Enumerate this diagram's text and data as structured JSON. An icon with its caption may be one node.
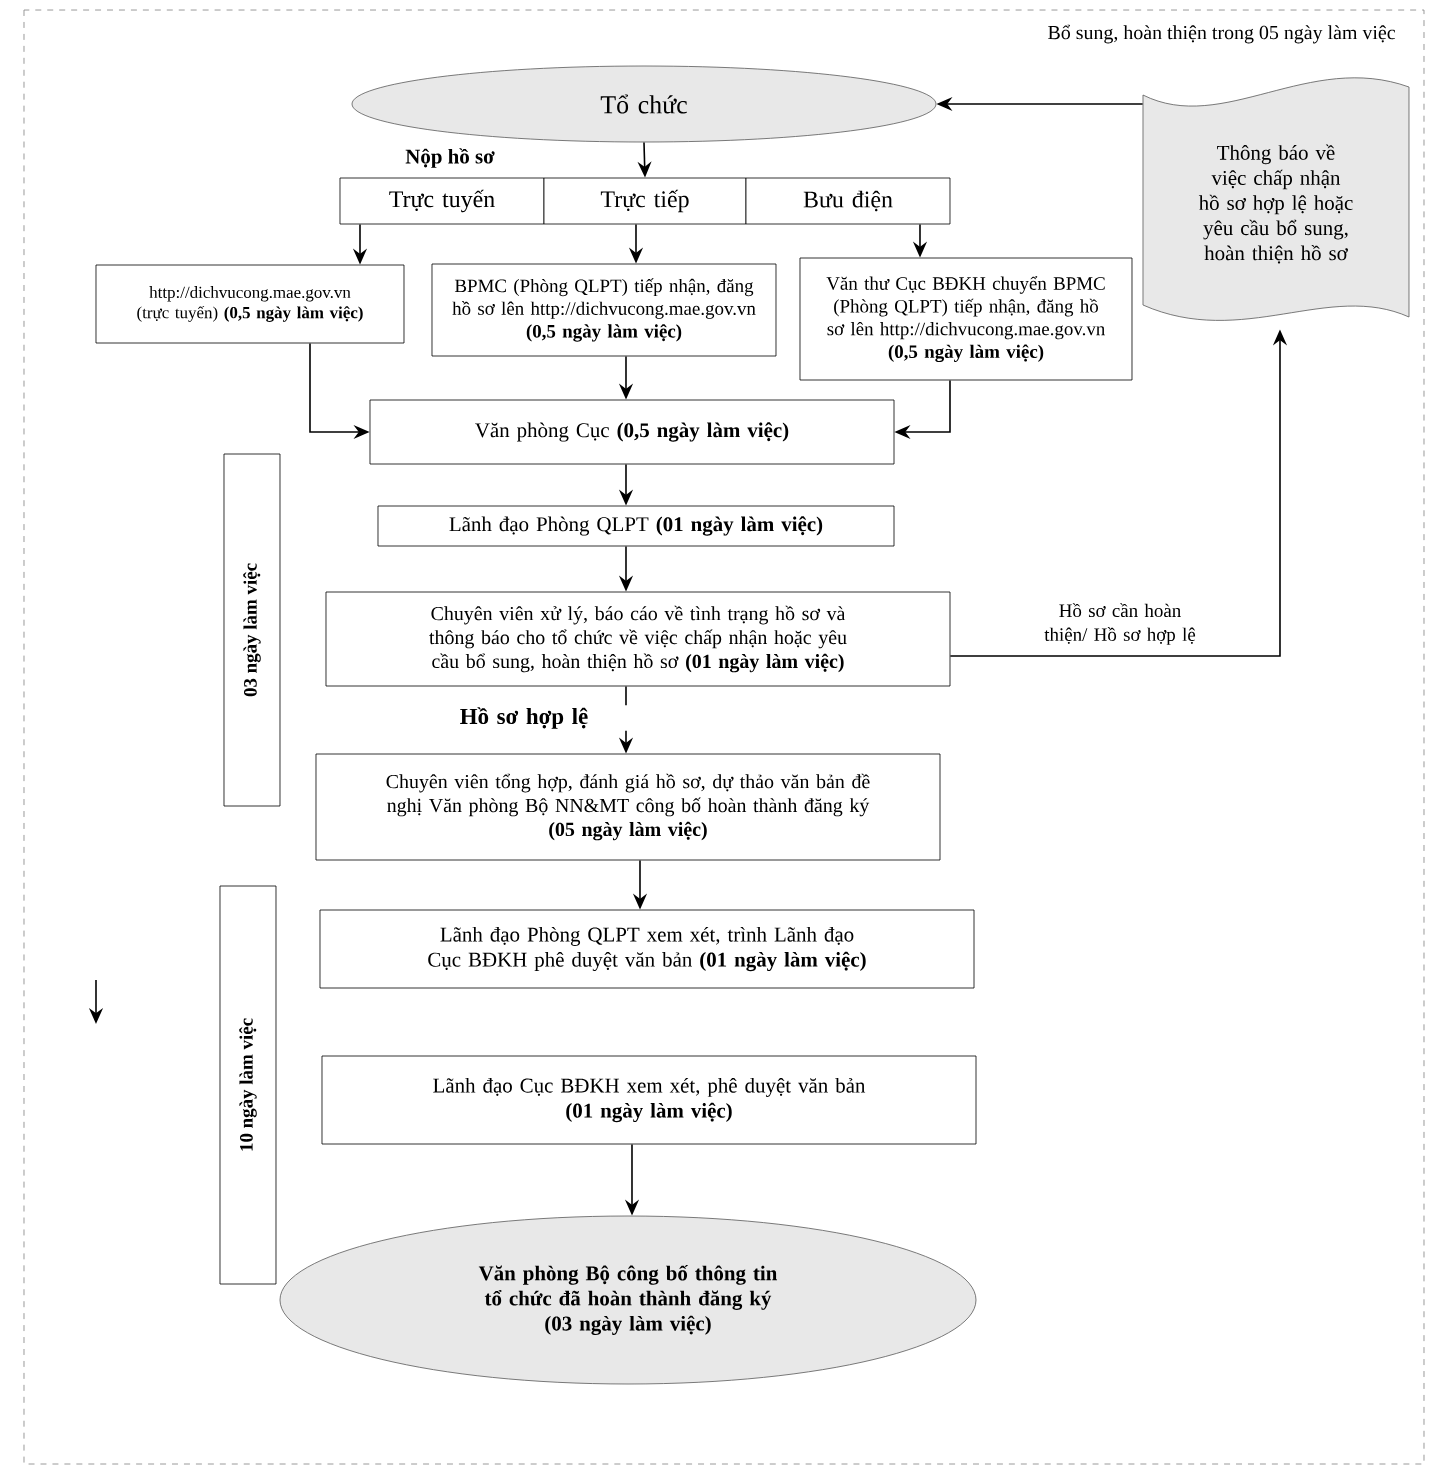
{
  "diagram": {
    "nodes": [
      {
        "text": [
          "Tổ chức"
        ]
      },
      {
        "text": [
          "Trực tuyến"
        ]
      },
      {
        "text": [
          "Trực tiếp"
        ]
      },
      {
        "text": [
          "Bưu điện"
        ]
      },
      {
        "text": [
          "http://dichvucong.mae.gov.vn (trực tuyến) **(0,5 ngày làm việc)**"
        ]
      },
      {
        "text": [
          "BPMC (Phòng QLPT) tiếp nhận, đăng hồ sơ lên http://dichvucong.mae.gov.vn",
          "(0,5 ngày làm việc)"
        ]
      },
      {
        "text": [
          "Văn thư Cục BĐKH chuyển BPMC (Phòng QLPT) tiếp nhận, đăng hồ sơ lên http://dichvucong.mae.gov.vn",
          "(0,5 ngày làm việc)"
        ]
      },
      {
        "text": [
          "Thông báo về việc chấp nhận hồ sơ hợp lệ hoặc yêu cầu bổ sung, hoàn thiện hồ sơ"
        ]
      },
      {
        "text": [
          "Văn phòng Cục **(0,5 ngày làm việc)**"
        ]
      },
      {
        "text": [
          "Lãnh đạo Phòng QLPT **(01 ngày làm việc)**"
        ]
      },
      {
        "text": [
          "Chuyên viên xử lý, báo cáo về tình trạng hồ sơ và thông báo cho tổ chức về việc chấp nhận hoặc yêu cầu bổ sung, hoàn thiện hồ sơ **(01 ngày làm việc)**"
        ]
      },
      {
        "text": [
          "Chuyên viên tổng hợp, đánh giá hồ sơ, dự thảo văn bản đề nghị Văn phòng Bộ NN&MT công bố hoàn thành đăng ký",
          "(05 ngày làm việc)"
        ]
      },
      {
        "text": [
          "Lãnh đạo Phòng QLPT xem xét, trình Lãnh đạo Cục BĐKH phê duyệt văn bản **(01 ngày làm việc)**"
        ]
      },
      {
        "text": [
          "Lãnh đạo Cục BĐKH xem xét, phê duyệt văn bản",
          "(01 ngày làm việc)"
        ]
      },
      {
        "text": [
          "Văn phòng Bộ công bố thông tin tổ chức đã hoàn thành đăng ký",
          "(03 ngày làm việc)"
        ]
      },
      {
        "text": [
          "03 ngày làm việc"
        ]
      },
      {
        "text": [
          "10 ngày làm việc"
        ]
      }
    ],
    "edges": [
      {
        "from": 0,
        "to": 2,
        "arrow": "to"
      },
      {
        "from": 1,
        "to": 4,
        "arrow": "to"
      },
      {
        "from": 2,
        "to": 5,
        "arrow": "to"
      },
      {
        "from": 3,
        "to": 6,
        "arrow": "to"
      },
      {
        "from": 4,
        "to": 8,
        "arrow": "to"
      },
      {
        "from": 5,
        "to": 8,
        "arrow": "to"
      },
      {
        "from": 6,
        "to": 8,
        "arrow": "to"
      },
      {
        "from": 8,
        "to": 9,
        "arrow": "to"
      },
      {
        "from": 9,
        "to": 10,
        "arrow": "to"
      },
      {
        "from": 10,
        "to": 7,
        "arrow": "to",
        "label": "Hồ sơ cần hoàn thiện/ Hồ sơ hợp lệ"
      },
      {
        "from": 7,
        "to": 0,
        "arrow": "to"
      },
      {
        "from": 10,
        "to": 11,
        "arrow": "to",
        "label": "Hồ sơ hợp lệ"
      },
      {
        "from": 11,
        "to": 12,
        "arrow": "to"
      },
      {
        "from": 13,
        "to": 14,
        "arrow": "to"
      }
    ],
    "labels": [
      "Bổ sung, hoàn thiện trong 05 ngày làm việc",
      "Nộp hồ sơ"
    ]
  }
}
